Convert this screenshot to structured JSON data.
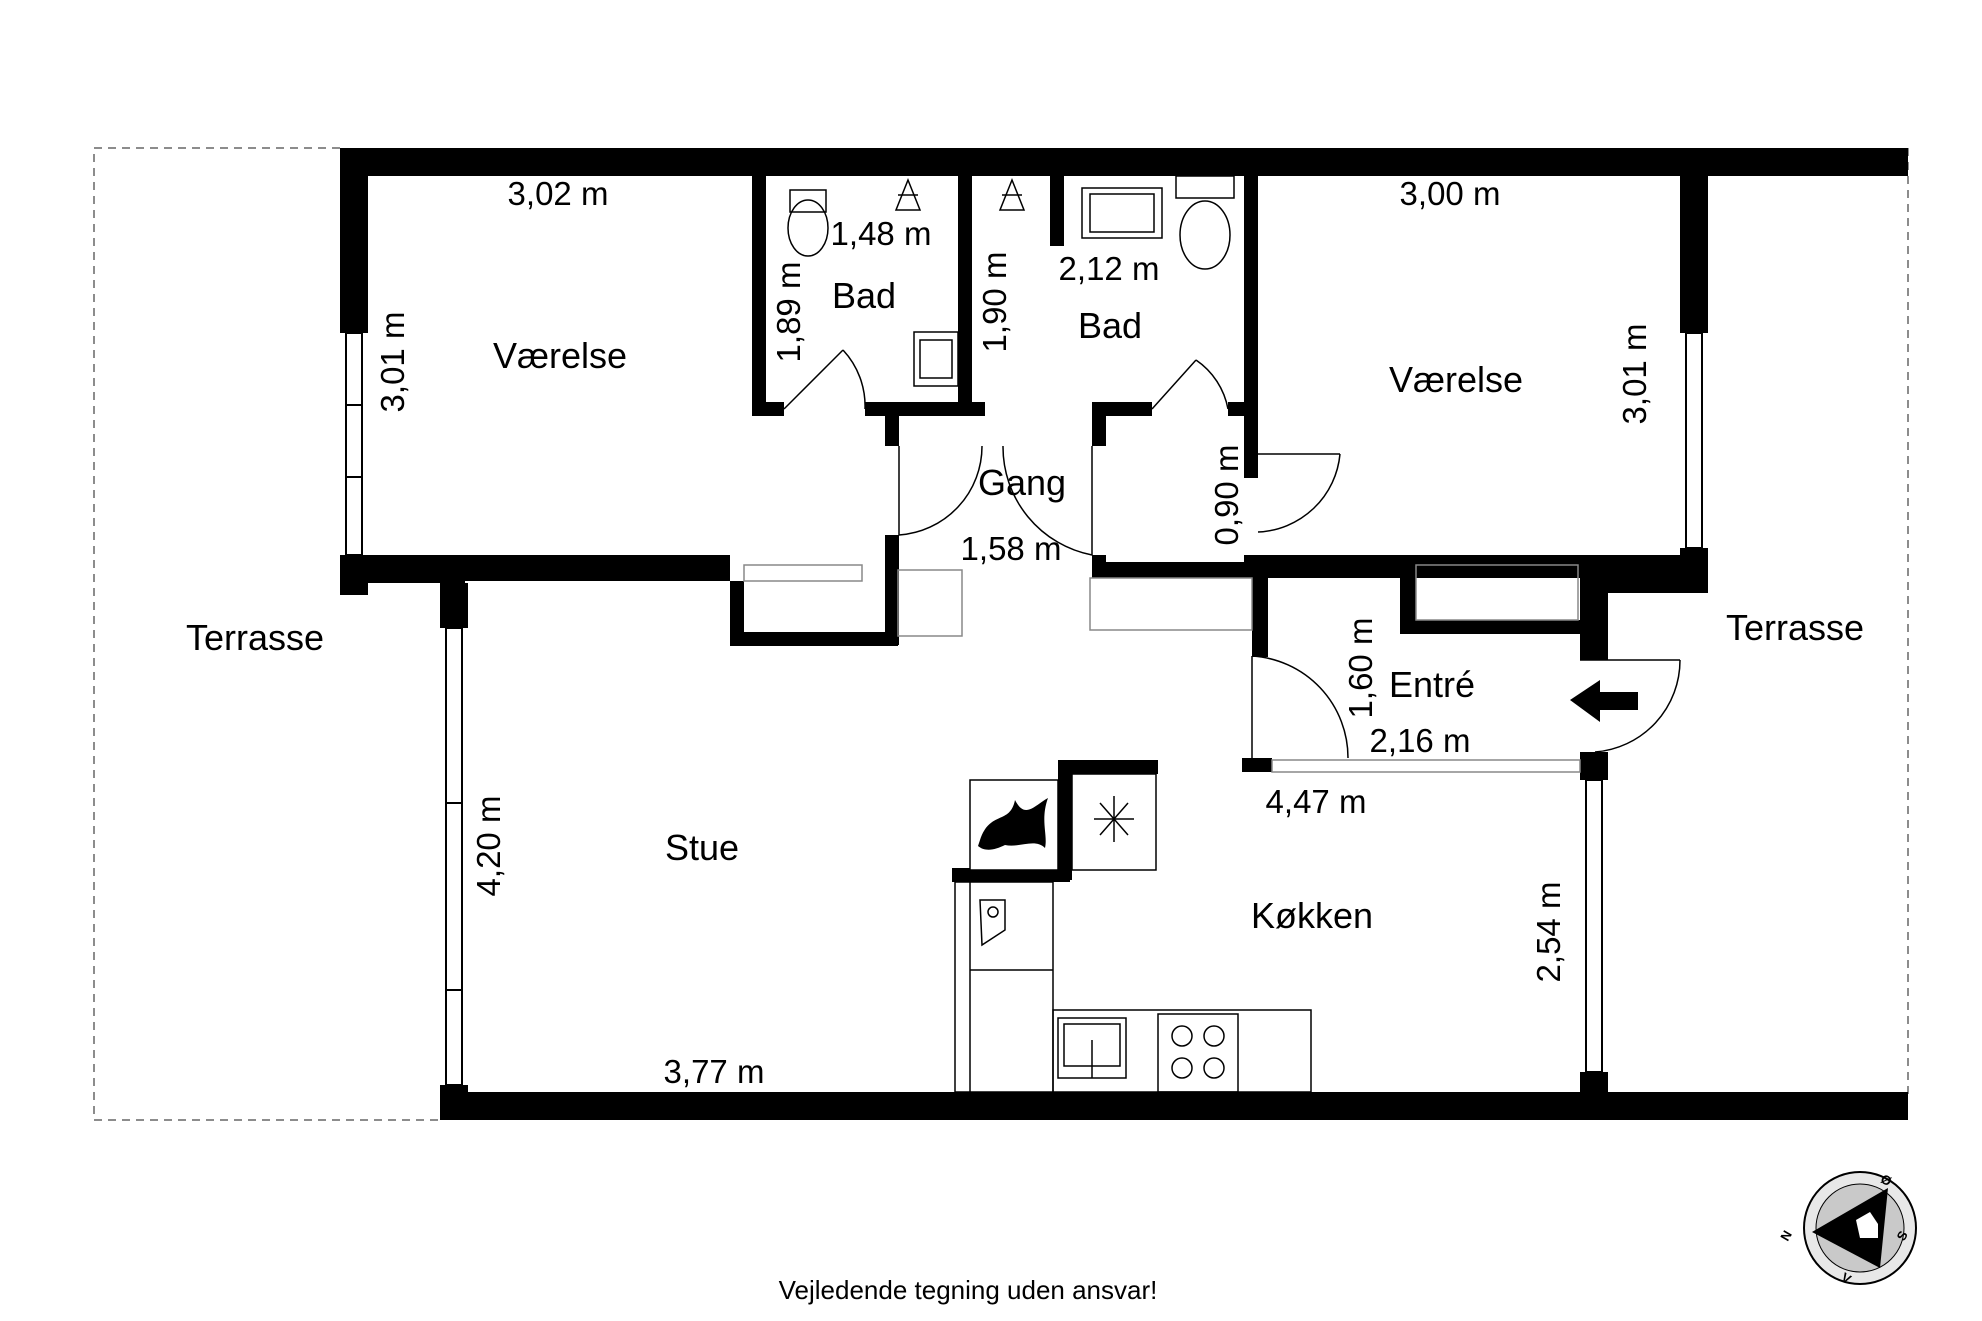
{
  "rooms": {
    "vaerelse_left": "Værelse",
    "bad_left": "Bad",
    "bad_right": "Bad",
    "vaerelse_right": "Værelse",
    "gang": "Gang",
    "stue": "Stue",
    "entre": "Entré",
    "koekken": "Køkken",
    "terrasse_left": "Terrasse",
    "terrasse_right": "Terrasse"
  },
  "dimensions": {
    "vaerelse_left_width": "3,02 m",
    "vaerelse_left_height": "3,01 m",
    "bad_left_width": "1,48 m",
    "bad_left_height": "1,89 m",
    "bad_right_width": "2,12 m",
    "bad_right_height": "1,90 m",
    "vaerelse_right_width": "3,00 m",
    "vaerelse_right_height": "3,01 m",
    "gang_width": "1,58 m",
    "gang_height": "0,90 m",
    "entre_height": "1,60 m",
    "entre_width": "2,16 m",
    "koekken_width": "4,47 m",
    "koekken_height": "2,54 m",
    "stue_height": "4,20 m",
    "stue_width": "3,77 m"
  },
  "disclaimer": "Vejledende tegning uden ansvar!",
  "compass": {
    "n": "N",
    "o": "Ø",
    "s": "S",
    "v": "V"
  }
}
